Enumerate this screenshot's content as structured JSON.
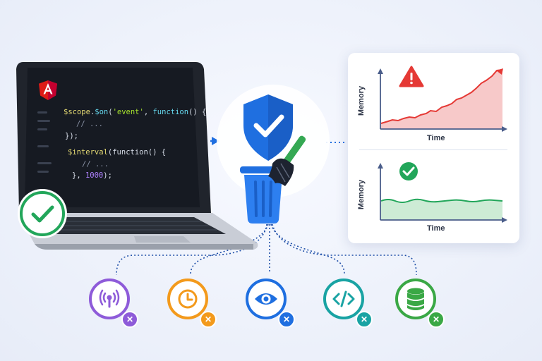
{
  "code": {
    "line1": {
      "var": "$scope",
      "dot": ".",
      "fn": "$on",
      "open": "(",
      "str": "'event'",
      "comma": ", ",
      "kw": "function",
      "rest": "() {"
    },
    "line2": "// ...",
    "line3": "});",
    "line4": {
      "var": "$interval",
      "rest": "(function() {"
    },
    "line5": "// ...",
    "line6": {
      "pre": "}, ",
      "num": "1000",
      "post": ");"
    }
  },
  "charts": {
    "top": {
      "ylabel": "Memory",
      "xlabel": "Time",
      "status": "warning-icon"
    },
    "bottom": {
      "ylabel": "Memory",
      "xlabel": "Time",
      "status": "check-icon"
    }
  },
  "colors": {
    "angular": "#dd1b16",
    "shield": "#1f6fe0",
    "warning": "#e53935",
    "ok": "#22a65a",
    "purple": "#8e5bd9",
    "orange": "#f39a1c",
    "blue": "#1f6fe0",
    "teal": "#19a3a3",
    "green": "#3aa845"
  },
  "bottom_icons": [
    {
      "name": "broadcast-icon",
      "color": "#8e5bd9"
    },
    {
      "name": "clock-icon",
      "color": "#f39a1c"
    },
    {
      "name": "eye-icon",
      "color": "#1f6fe0"
    },
    {
      "name": "code-icon",
      "color": "#19a3a3"
    },
    {
      "name": "database-icon",
      "color": "#3aa845"
    }
  ]
}
